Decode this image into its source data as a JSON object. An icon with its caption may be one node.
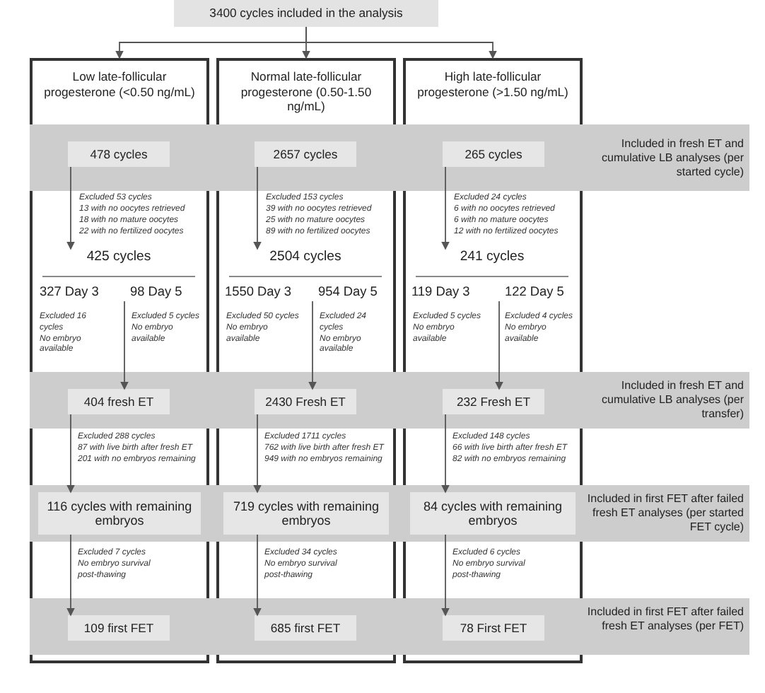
{
  "diagram": {
    "nodes": [
      {
        "text": [
          "3400 cycles included in the analysis"
        ]
      },
      {
        "text": [
          "Low late-follicular progesterone (<0.50 ng/mL)"
        ]
      },
      {
        "text": [
          "Normal late-follicular progesterone (0.50-1.50 ng/mL)"
        ]
      },
      {
        "text": [
          "High late-follicular progesterone (>1.50 ng/mL)"
        ]
      },
      {
        "text": [
          "Included in fresh ET and cumulative LB analyses (per started cycle)"
        ]
      },
      {
        "text": [
          "478 cycles"
        ],
        "in": 4,
        "beside": [
          "Excluded 53 cycles",
          "13 with no oocytes retrieved",
          "18 with no mature oocytes",
          "22 with no fertilized oocytes"
        ]
      },
      {
        "text": [
          "2657 cycles"
        ],
        "in": 4,
        "beside": [
          "Excluded 153 cycles",
          "39 with no oocytes retrieved",
          "25 with no mature oocytes",
          "89 with no fertilized oocytes"
        ]
      },
      {
        "text": [
          "265 cycles"
        ],
        "in": 4,
        "beside": [
          "Excluded 24 cycles",
          "6 with no oocytes retrieved",
          "6 with no mature oocytes",
          "12 with no fertilized oocytes"
        ]
      },
      {
        "text": [
          "425 cycles"
        ]
      },
      {
        "text": [
          "2504 cycles"
        ]
      },
      {
        "text": [
          "241 cycles"
        ]
      },
      {
        "text": [
          "327 Day 3"
        ],
        "beside": [
          "Excluded 16 cycles",
          "No embryo available"
        ]
      },
      {
        "text": [
          "98 Day 5"
        ],
        "beside": [
          "Excluded 5 cycles",
          "No embryo available"
        ]
      },
      {
        "text": [
          "1550 Day 3"
        ],
        "beside": [
          "Excluded 50 cycles",
          "No embryo available"
        ]
      },
      {
        "text": [
          "954 Day 5"
        ],
        "beside": [
          "Excluded 24 cycles",
          "No embryo available"
        ]
      },
      {
        "text": [
          "119 Day 3"
        ],
        "beside": [
          "Excluded 5 cycles",
          "No embryo available"
        ]
      },
      {
        "text": [
          "122 Day 5"
        ],
        "beside": [
          "Excluded 4 cycles",
          "No embryo available"
        ]
      },
      {
        "text": [
          "Included in fresh ET and cumulative LB analyses (per transfer)"
        ]
      },
      {
        "text": [
          "404 fresh ET"
        ],
        "in": 17,
        "beside": [
          "Excluded 288 cycles",
          "87 with live birth after fresh ET",
          "201 with no embryos remaining"
        ]
      },
      {
        "text": [
          "2430 Fresh ET"
        ],
        "in": 17,
        "beside": [
          "Excluded 1711 cycles",
          "762 with live birth after fresh ET",
          "949 with no embryos remaining"
        ]
      },
      {
        "text": [
          "232 Fresh ET"
        ],
        "in": 17,
        "beside": [
          "Excluded 148 cycles",
          "66 with live birth after fresh ET",
          "82 with no embryos remaining"
        ]
      },
      {
        "text": [
          "Included in first FET after failed fresh ET analyses (per started FET cycle)"
        ]
      },
      {
        "text": [
          "116 cycles with remaining embryos"
        ],
        "in": 21,
        "beside": [
          "Excluded 7 cycles",
          "No embryo survival post-thawing"
        ]
      },
      {
        "text": [
          "719 cycles with remaining embryos"
        ],
        "in": 21,
        "beside": [
          "Excluded 34 cycles",
          "No embryo survival post-thawing"
        ]
      },
      {
        "text": [
          "84 cycles with remaining embryos"
        ],
        "in": 21,
        "beside": [
          "Excluded 6 cycles",
          "No embryo survival post-thawing"
        ]
      },
      {
        "text": [
          "Included in first FET after failed fresh ET analyses (per FET)"
        ]
      },
      {
        "text": [
          "109 first FET"
        ],
        "in": 25
      },
      {
        "text": [
          "685 first FET"
        ],
        "in": 25
      },
      {
        "text": [
          "78 First FET"
        ],
        "in": 25
      }
    ],
    "edges": [
      {
        "from": 0,
        "to": 1,
        "arrow": "to"
      },
      {
        "from": 0,
        "to": 2,
        "arrow": "to"
      },
      {
        "from": 0,
        "to": 3,
        "arrow": "to"
      },
      {
        "from": 5,
        "to": 8,
        "arrow": "to"
      },
      {
        "from": 6,
        "to": 9,
        "arrow": "to"
      },
      {
        "from": 7,
        "to": 10,
        "arrow": "to"
      },
      {
        "from": 12,
        "to": 18,
        "arrow": "to"
      },
      {
        "from": 14,
        "to": 19,
        "arrow": "to"
      },
      {
        "from": 16,
        "to": 20,
        "arrow": "to"
      },
      {
        "from": 18,
        "to": 22,
        "arrow": "to"
      },
      {
        "from": 19,
        "to": 23,
        "arrow": "to"
      },
      {
        "from": 20,
        "to": 24,
        "arrow": "to"
      },
      {
        "from": 22,
        "to": 26,
        "arrow": "to"
      },
      {
        "from": 23,
        "to": 27,
        "arrow": "to"
      },
      {
        "from": 24,
        "to": 28,
        "arrow": "to"
      }
    ]
  }
}
